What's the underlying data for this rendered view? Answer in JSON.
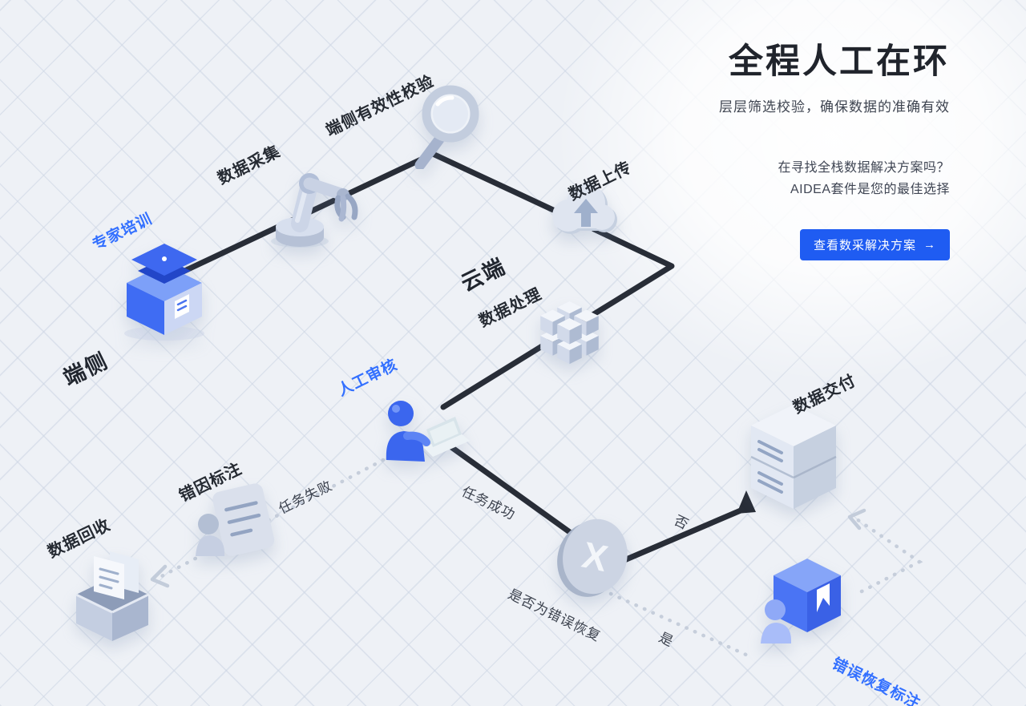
{
  "hero": {
    "title": "全程人工在环",
    "subtitle": "层层筛选校验，确保数据的准确有效",
    "promo_line1": "在寻找全栈数据解决方案吗？",
    "promo_line2": "AIDEA套件是您的最佳选择",
    "cta": {
      "label": "查看数采解决方案",
      "arrow": "→"
    }
  },
  "diagram": {
    "zone_edge": "端侧",
    "zone_cloud": "云端",
    "expert_training": "专家培训",
    "data_collection": "数据采集",
    "edge_validity_check": "端侧有效性校验",
    "data_upload": "数据上传",
    "data_processing": "数据处理",
    "human_review": "人工审核",
    "error_cause_annotation": "错因标注",
    "data_recycle": "数据回收",
    "task_failed": "任务失败",
    "task_success": "任务成功",
    "decision_question": "是否为错误恢复",
    "branch_no": "否",
    "branch_yes": "是",
    "data_delivery": "数据交付",
    "error_recovery_annotation": "错误恢复标注",
    "decision_mark": "X"
  },
  "colors": {
    "accent_blue": "#1f5cf2",
    "label_blue": "#3370ff",
    "title_dark": "#20242c",
    "flow_line": "#282d37",
    "dotted_line": "#c6cedb",
    "background": "#eef1f6"
  }
}
